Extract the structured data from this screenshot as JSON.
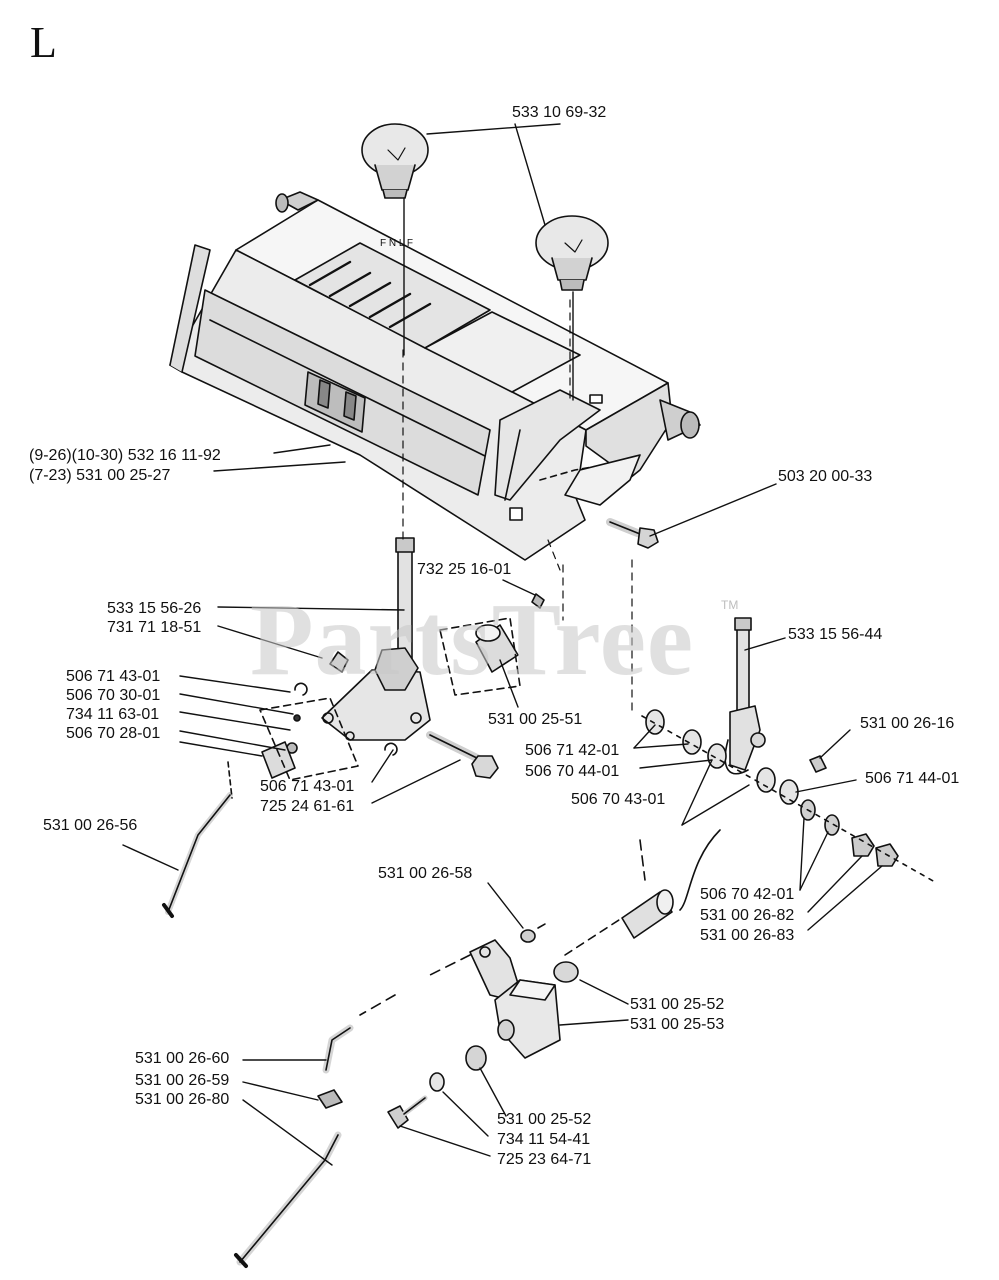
{
  "section": "L",
  "watermark": {
    "text": "PartsTree",
    "trademark": "TM"
  },
  "labels": {
    "knob": "533 10 69-32",
    "panel_a": "(9-26)(10-30) 532 16 11-92",
    "panel_b": "(7-23) 531 00 25-27",
    "bolt": "503 20 00-33",
    "clip_top": "732 25 16-01",
    "rod_left": "533 15 56-26",
    "nut_left": "731 71 18-51",
    "rod_right": "533 15 56-44",
    "l1": "506 71 43-01",
    "l2": "506 70 30-01",
    "l3": "734 11 63-01",
    "l4": "506 70 28-01",
    "bushing": "531 00 25-51",
    "nut_r": "531 00 26-16",
    "w1": "506 71 42-01",
    "w2": "506 70 44-01",
    "w3": "506 71 44-01",
    "w4": "506 70 43-01",
    "clip_low": "506 71 43-01",
    "bolt_low": "725 24 61-61",
    "link_left": "531 00 26-56",
    "w5": "506 70 42-01",
    "n82": "531 00 26-82",
    "n83": "531 00 26-83",
    "spacer": "531 00 26-58",
    "b52a": "531 00 25-52",
    "b53": "531 00 25-53",
    "r60": "531 00 26-60",
    "r59": "531 00 26-59",
    "r80": "531 00 26-80",
    "b52b": "531 00 25-52",
    "wash41": "734 11 54-41",
    "bolt71": "725 23 64-71"
  }
}
